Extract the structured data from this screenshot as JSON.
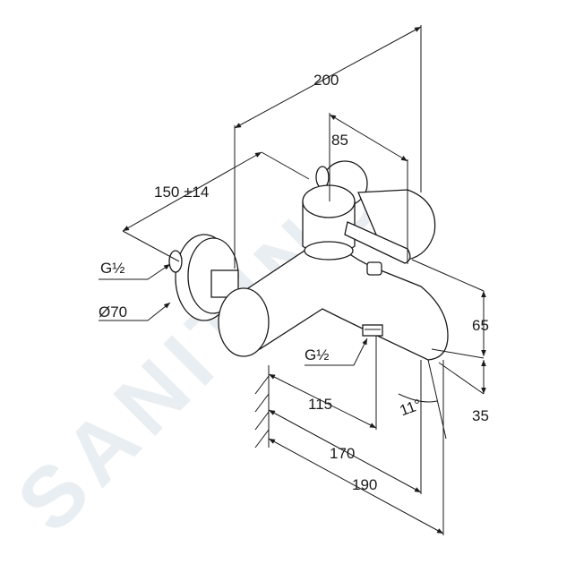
{
  "watermark": "SANITINO",
  "dimensions": {
    "total_depth": "200",
    "handle_offset": "85",
    "wall_spacing": "150 ±14",
    "inlet_thread": "G½",
    "rosette_diameter": "Ø70",
    "outlet_thread": "G½",
    "spout_height": "65",
    "spout_drop": "35",
    "outlet_projection": "115",
    "spout_projection_1": "170",
    "spout_projection_2": "190",
    "spout_angle": "11°"
  }
}
